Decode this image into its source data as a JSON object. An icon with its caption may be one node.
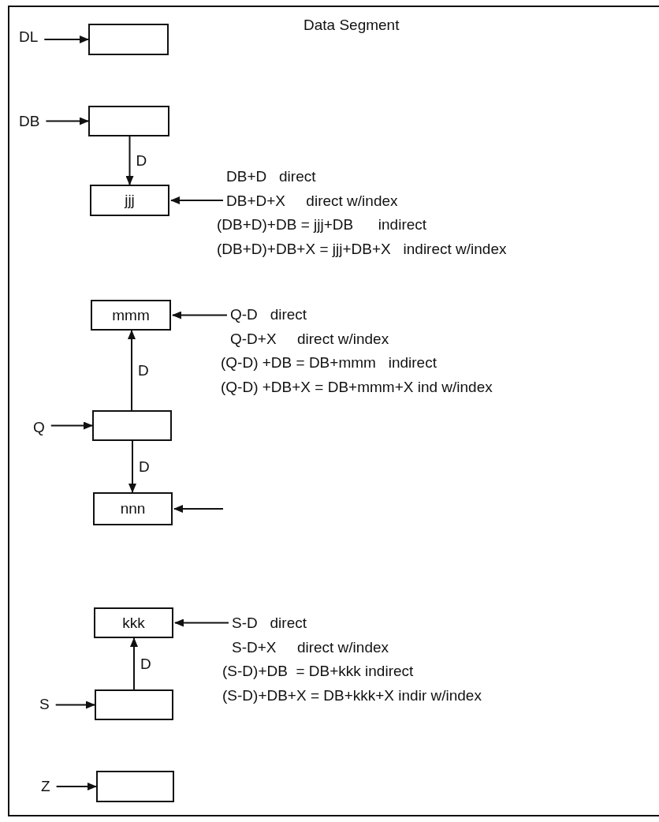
{
  "diagram": {
    "nodes": [
      {
        "text": [
          "Data Segment"
        ]
      },
      {
        "text": [
          "DL"
        ],
        "in": 0
      },
      {
        "text": [],
        "shape": "box",
        "in": 0
      },
      {
        "text": [
          "DB"
        ],
        "in": 0
      },
      {
        "text": [],
        "shape": "box",
        "in": 0
      },
      {
        "text": [
          "jjj"
        ],
        "in": 0
      },
      {
        "text": [
          "DB+D   direct",
          "DB+D+X     direct w/index",
          "(DB+D)+DB = jjj+DB      indirect",
          "(DB+D)+DB+X = jjj+DB+X   indirect w/index"
        ],
        "in": 0
      },
      {
        "text": [
          "mmm"
        ],
        "in": 0
      },
      {
        "text": [
          "Q-D   direct",
          "Q-D+X     direct w/index",
          "(Q-D) +DB = DB+mmm   indirect",
          "(Q-D) +DB+X = DB+mmm+X ind w/index"
        ],
        "in": 0
      },
      {
        "text": [
          "Q"
        ],
        "in": 0
      },
      {
        "text": [],
        "shape": "box",
        "in": 0
      },
      {
        "text": [
          "nnn"
        ],
        "in": 0
      },
      {
        "text": [
          "kkk"
        ],
        "in": 0
      },
      {
        "text": [
          "S-D   direct",
          "S-D+X     direct w/index",
          "(S-D)+DB  = DB+kkk indirect",
          "(S-D)+DB+X = DB+kkk+X indir w/index"
        ],
        "in": 0
      },
      {
        "text": [
          "S"
        ],
        "in": 0
      },
      {
        "text": [],
        "shape": "box",
        "in": 0
      },
      {
        "text": [
          "Z"
        ],
        "in": 0
      },
      {
        "text": [],
        "shape": "box",
        "in": 0
      }
    ],
    "edges": [
      {
        "from": 1,
        "to": 2,
        "arrow": "to"
      },
      {
        "from": 3,
        "to": 4,
        "arrow": "to"
      },
      {
        "from": 4,
        "to": 5,
        "arrow": "to",
        "label": "D"
      },
      {
        "from": 6,
        "to": 5,
        "arrow": "to"
      },
      {
        "from": 8,
        "to": 7,
        "arrow": "to"
      },
      {
        "from": 10,
        "to": 7,
        "arrow": "to",
        "label": "D"
      },
      {
        "from": 9,
        "to": 10,
        "arrow": "to"
      },
      {
        "from": 10,
        "to": 11,
        "arrow": "to",
        "label": "D"
      },
      {
        "from": null,
        "to": 11,
        "arrow": "to"
      },
      {
        "from": 13,
        "to": 12,
        "arrow": "to"
      },
      {
        "from": 15,
        "to": 12,
        "arrow": "to",
        "label": "D"
      },
      {
        "from": 14,
        "to": 15,
        "arrow": "to"
      },
      {
        "from": 16,
        "to": 17,
        "arrow": "to"
      }
    ]
  }
}
